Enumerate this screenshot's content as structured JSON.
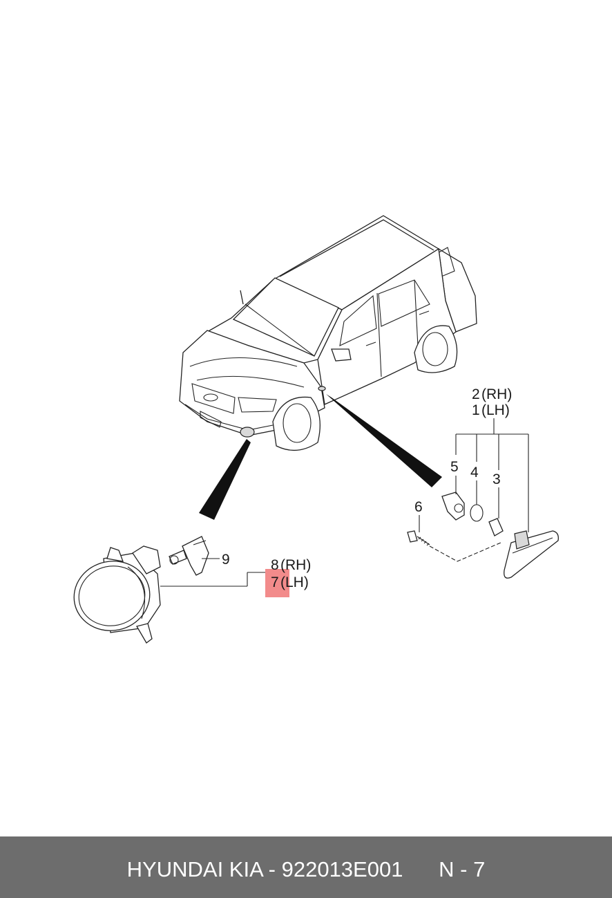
{
  "callouts": {
    "c1": "1",
    "c1_side": "(LH)",
    "c2": "2",
    "c2_side": "(RH)",
    "c3": "3",
    "c4": "4",
    "c5": "5",
    "c6": "6",
    "c7": "7",
    "c7_side": "(LH)",
    "c8": "8",
    "c8_side": "(RH)",
    "c9": "9"
  },
  "highlight_color": "#f28b8b",
  "footer": {
    "brand_part": "HYUNDAI KIA - 922013E001",
    "page_ref": "N - 7"
  }
}
